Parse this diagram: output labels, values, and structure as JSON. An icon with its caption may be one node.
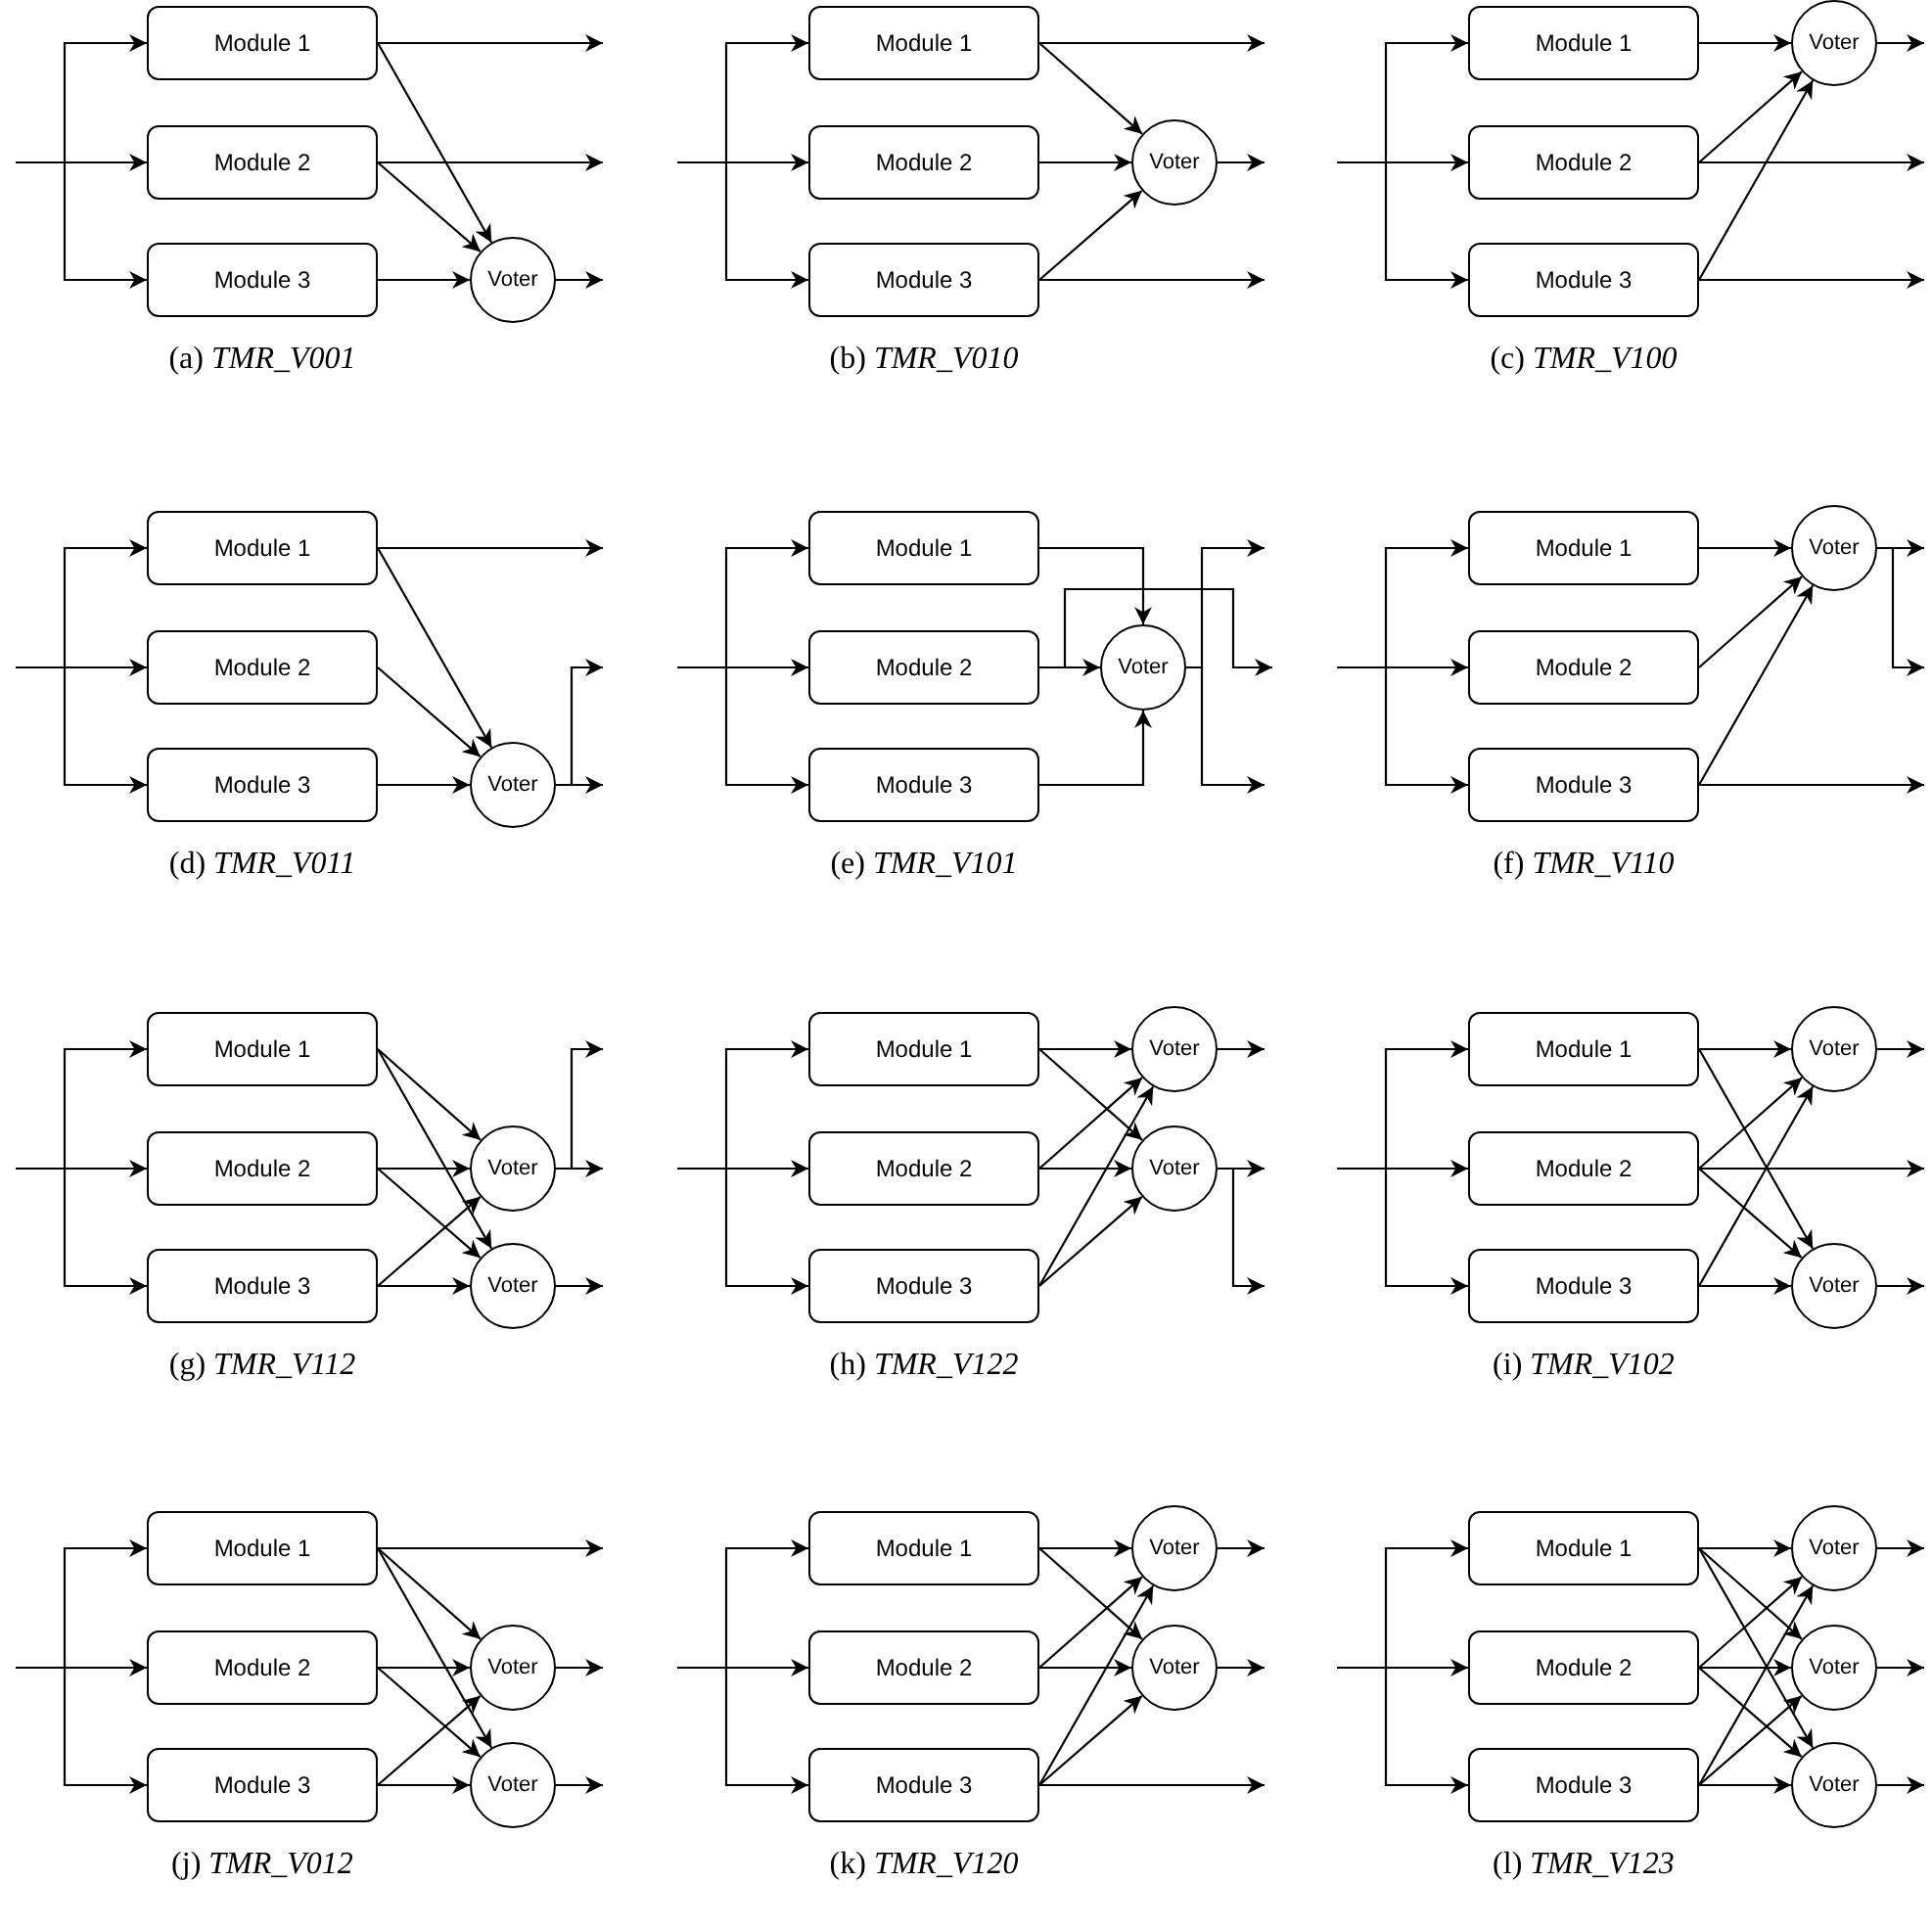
{
  "diagram": {
    "nodes": [
      {
        "text": [
          "Module 1"
        ]
      },
      {
        "text": [
          "Module 2"
        ]
      },
      {
        "text": [
          "Module 3"
        ]
      },
      {
        "text": [
          "Voter"
        ]
      },
      {
        "text": [
          "Module 1"
        ]
      },
      {
        "text": [
          "Module 2"
        ]
      },
      {
        "text": [
          "Module 3"
        ]
      },
      {
        "text": [
          "Voter"
        ]
      },
      {
        "text": [
          "Module 1"
        ]
      },
      {
        "text": [
          "Module 2"
        ]
      },
      {
        "text": [
          "Module 3"
        ]
      },
      {
        "text": [
          "Voter"
        ]
      },
      {
        "text": [
          "Module 1"
        ]
      },
      {
        "text": [
          "Module 2"
        ]
      },
      {
        "text": [
          "Module 3"
        ]
      },
      {
        "text": [
          "Voter"
        ]
      },
      {
        "text": [
          "Module 1"
        ]
      },
      {
        "text": [
          "Module 2"
        ]
      },
      {
        "text": [
          "Module 3"
        ]
      },
      {
        "text": [
          "Voter"
        ]
      },
      {
        "text": [
          "Module 1"
        ]
      },
      {
        "text": [
          "Module 2"
        ]
      },
      {
        "text": [
          "Module 3"
        ]
      },
      {
        "text": [
          "Voter"
        ]
      },
      {
        "text": [
          "Module 1"
        ]
      },
      {
        "text": [
          "Module 2"
        ]
      },
      {
        "text": [
          "Module 3"
        ]
      },
      {
        "text": [
          "Voter"
        ]
      },
      {
        "text": [
          "Voter"
        ]
      },
      {
        "text": [
          "Module 1"
        ]
      },
      {
        "text": [
          "Module 2"
        ]
      },
      {
        "text": [
          "Module 3"
        ]
      },
      {
        "text": [
          "Voter"
        ]
      },
      {
        "text": [
          "Voter"
        ]
      },
      {
        "text": [
          "Module 1"
        ]
      },
      {
        "text": [
          "Module 2"
        ]
      },
      {
        "text": [
          "Module 3"
        ]
      },
      {
        "text": [
          "Voter"
        ]
      },
      {
        "text": [
          "Voter"
        ]
      },
      {
        "text": [
          "Module 1"
        ]
      },
      {
        "text": [
          "Module 2"
        ]
      },
      {
        "text": [
          "Module 3"
        ]
      },
      {
        "text": [
          "Voter"
        ]
      },
      {
        "text": [
          "Voter"
        ]
      },
      {
        "text": [
          "Module 1"
        ]
      },
      {
        "text": [
          "Module 2"
        ]
      },
      {
        "text": [
          "Module 3"
        ]
      },
      {
        "text": [
          "Voter"
        ]
      },
      {
        "text": [
          "Voter"
        ]
      },
      {
        "text": [
          "Module 1"
        ]
      },
      {
        "text": [
          "Module 2"
        ]
      },
      {
        "text": [
          "Module 3"
        ]
      },
      {
        "text": [
          "Voter"
        ]
      },
      {
        "text": [
          "Voter"
        ]
      },
      {
        "text": [
          "Voter"
        ]
      }
    ],
    "edges": [
      {
        "from": null,
        "to": 0,
        "arrow": "to"
      },
      {
        "from": null,
        "to": 1,
        "arrow": "to"
      },
      {
        "from": null,
        "to": 2,
        "arrow": "to"
      },
      {
        "from": 0,
        "to": null,
        "arrow": "to"
      },
      {
        "from": 1,
        "to": null,
        "arrow": "to"
      },
      {
        "from": 0,
        "to": 3,
        "arrow": "to"
      },
      {
        "from": 1,
        "to": 3,
        "arrow": "to"
      },
      {
        "from": 2,
        "to": 3,
        "arrow": "to"
      },
      {
        "from": 3,
        "to": null,
        "arrow": "to"
      },
      {
        "from": null,
        "to": 4,
        "arrow": "to"
      },
      {
        "from": null,
        "to": 5,
        "arrow": "to"
      },
      {
        "from": null,
        "to": 6,
        "arrow": "to"
      },
      {
        "from": 4,
        "to": null,
        "arrow": "to"
      },
      {
        "from": 4,
        "to": 7,
        "arrow": "to"
      },
      {
        "from": 5,
        "to": 7,
        "arrow": "to"
      },
      {
        "from": 6,
        "to": 7,
        "arrow": "to"
      },
      {
        "from": 7,
        "to": null,
        "arrow": "to"
      },
      {
        "from": 6,
        "to": null,
        "arrow": "to"
      },
      {
        "from": null,
        "to": 8,
        "arrow": "to"
      },
      {
        "from": null,
        "to": 9,
        "arrow": "to"
      },
      {
        "from": null,
        "to": 10,
        "arrow": "to"
      },
      {
        "from": 8,
        "to": 11,
        "arrow": "to"
      },
      {
        "from": 9,
        "to": 11,
        "arrow": "to"
      },
      {
        "from": 10,
        "to": 11,
        "arrow": "to"
      },
      {
        "from": 11,
        "to": null,
        "arrow": "to"
      },
      {
        "from": 9,
        "to": null,
        "arrow": "to"
      },
      {
        "from": 10,
        "to": null,
        "arrow": "to"
      },
      {
        "from": null,
        "to": 12,
        "arrow": "to"
      },
      {
        "from": null,
        "to": 13,
        "arrow": "to"
      },
      {
        "from": null,
        "to": 14,
        "arrow": "to"
      },
      {
        "from": 12,
        "to": null,
        "arrow": "to"
      },
      {
        "from": 12,
        "to": 15,
        "arrow": "to"
      },
      {
        "from": 13,
        "to": 15,
        "arrow": "to"
      },
      {
        "from": 14,
        "to": 15,
        "arrow": "to"
      },
      {
        "from": 15,
        "to": null,
        "arrow": "to"
      },
      {
        "from": 15,
        "to": null,
        "arrow": "to"
      },
      {
        "from": null,
        "to": 16,
        "arrow": "to"
      },
      {
        "from": null,
        "to": 17,
        "arrow": "to"
      },
      {
        "from": null,
        "to": 18,
        "arrow": "to"
      },
      {
        "from": 16,
        "to": 19,
        "arrow": "to"
      },
      {
        "from": 17,
        "to": 19,
        "arrow": "to"
      },
      {
        "from": 18,
        "to": 19,
        "arrow": "to"
      },
      {
        "from": 19,
        "to": null,
        "arrow": "to"
      },
      {
        "from": 17,
        "to": null,
        "arrow": "to"
      },
      {
        "from": 19,
        "to": null,
        "arrow": "to"
      },
      {
        "from": null,
        "to": 20,
        "arrow": "to"
      },
      {
        "from": null,
        "to": 21,
        "arrow": "to"
      },
      {
        "from": null,
        "to": 22,
        "arrow": "to"
      },
      {
        "from": 20,
        "to": 23,
        "arrow": "to"
      },
      {
        "from": 21,
        "to": 23,
        "arrow": "to"
      },
      {
        "from": 22,
        "to": 23,
        "arrow": "to"
      },
      {
        "from": 23,
        "to": null,
        "arrow": "to"
      },
      {
        "from": 23,
        "to": null,
        "arrow": "to"
      },
      {
        "from": 22,
        "to": null,
        "arrow": "to"
      },
      {
        "from": null,
        "to": 24,
        "arrow": "to"
      },
      {
        "from": null,
        "to": 25,
        "arrow": "to"
      },
      {
        "from": null,
        "to": 26,
        "arrow": "to"
      },
      {
        "from": 24,
        "to": 27,
        "arrow": "to"
      },
      {
        "from": 24,
        "to": 28,
        "arrow": "to"
      },
      {
        "from": 25,
        "to": 27,
        "arrow": "to"
      },
      {
        "from": 25,
        "to": 28,
        "arrow": "to"
      },
      {
        "from": 26,
        "to": 27,
        "arrow": "to"
      },
      {
        "from": 26,
        "to": 28,
        "arrow": "to"
      },
      {
        "from": 27,
        "to": null,
        "arrow": "to"
      },
      {
        "from": 27,
        "to": null,
        "arrow": "to"
      },
      {
        "from": 28,
        "to": null,
        "arrow": "to"
      },
      {
        "from": null,
        "to": 29,
        "arrow": "to"
      },
      {
        "from": null,
        "to": 30,
        "arrow": "to"
      },
      {
        "from": null,
        "to": 31,
        "arrow": "to"
      },
      {
        "from": 29,
        "to": 32,
        "arrow": "to"
      },
      {
        "from": 29,
        "to": 33,
        "arrow": "to"
      },
      {
        "from": 30,
        "to": 32,
        "arrow": "to"
      },
      {
        "from": 30,
        "to": 33,
        "arrow": "to"
      },
      {
        "from": 31,
        "to": 32,
        "arrow": "to"
      },
      {
        "from": 31,
        "to": 33,
        "arrow": "to"
      },
      {
        "from": 32,
        "to": null,
        "arrow": "to"
      },
      {
        "from": 33,
        "to": null,
        "arrow": "to"
      },
      {
        "from": 33,
        "to": null,
        "arrow": "to"
      },
      {
        "from": null,
        "to": 34,
        "arrow": "to"
      },
      {
        "from": null,
        "to": 35,
        "arrow": "to"
      },
      {
        "from": null,
        "to": 36,
        "arrow": "to"
      },
      {
        "from": 34,
        "to": 37,
        "arrow": "to"
      },
      {
        "from": 34,
        "to": 38,
        "arrow": "to"
      },
      {
        "from": 35,
        "to": 37,
        "arrow": "to"
      },
      {
        "from": 35,
        "to": 38,
        "arrow": "to"
      },
      {
        "from": 36,
        "to": 37,
        "arrow": "to"
      },
      {
        "from": 36,
        "to": 38,
        "arrow": "to"
      },
      {
        "from": 37,
        "to": null,
        "arrow": "to"
      },
      {
        "from": 35,
        "to": null,
        "arrow": "to"
      },
      {
        "from": 38,
        "to": null,
        "arrow": "to"
      },
      {
        "from": null,
        "to": 39,
        "arrow": "to"
      },
      {
        "from": null,
        "to": 40,
        "arrow": "to"
      },
      {
        "from": null,
        "to": 41,
        "arrow": "to"
      },
      {
        "from": 39,
        "to": null,
        "arrow": "to"
      },
      {
        "from": 39,
        "to": 42,
        "arrow": "to"
      },
      {
        "from": 39,
        "to": 43,
        "arrow": "to"
      },
      {
        "from": 40,
        "to": 42,
        "arrow": "to"
      },
      {
        "from": 40,
        "to": 43,
        "arrow": "to"
      },
      {
        "from": 41,
        "to": 42,
        "arrow": "to"
      },
      {
        "from": 41,
        "to": 43,
        "arrow": "to"
      },
      {
        "from": 42,
        "to": null,
        "arrow": "to"
      },
      {
        "from": 43,
        "to": null,
        "arrow": "to"
      },
      {
        "from": null,
        "to": 44,
        "arrow": "to"
      },
      {
        "from": null,
        "to": 45,
        "arrow": "to"
      },
      {
        "from": null,
        "to": 46,
        "arrow": "to"
      },
      {
        "from": 44,
        "to": 47,
        "arrow": "to"
      },
      {
        "from": 44,
        "to": 48,
        "arrow": "to"
      },
      {
        "from": 45,
        "to": 47,
        "arrow": "to"
      },
      {
        "from": 45,
        "to": 48,
        "arrow": "to"
      },
      {
        "from": 46,
        "to": 47,
        "arrow": "to"
      },
      {
        "from": 46,
        "to": 48,
        "arrow": "to"
      },
      {
        "from": 47,
        "to": null,
        "arrow": "to"
      },
      {
        "from": 48,
        "to": null,
        "arrow": "to"
      },
      {
        "from": 46,
        "to": null,
        "arrow": "to"
      },
      {
        "from": null,
        "to": 49,
        "arrow": "to"
      },
      {
        "from": null,
        "to": 50,
        "arrow": "to"
      },
      {
        "from": null,
        "to": 51,
        "arrow": "to"
      },
      {
        "from": 49,
        "to": 52,
        "arrow": "to"
      },
      {
        "from": 49,
        "to": 53,
        "arrow": "to"
      },
      {
        "from": 49,
        "to": 54,
        "arrow": "to"
      },
      {
        "from": 50,
        "to": 52,
        "arrow": "to"
      },
      {
        "from": 50,
        "to": 53,
        "arrow": "to"
      },
      {
        "from": 50,
        "to": 54,
        "arrow": "to"
      },
      {
        "from": 51,
        "to": 52,
        "arrow": "to"
      },
      {
        "from": 51,
        "to": 53,
        "arrow": "to"
      },
      {
        "from": 51,
        "to": 54,
        "arrow": "to"
      },
      {
        "from": 52,
        "to": null,
        "arrow": "to"
      },
      {
        "from": 53,
        "to": null,
        "arrow": "to"
      },
      {
        "from": 54,
        "to": null,
        "arrow": "to"
      }
    ],
    "labels": [
      "(a) *TMR_V001*",
      "(b) *TMR_V010*",
      "(c) *TMR_V100*",
      "(d) *TMR_V011*",
      "(e) *TMR_V101*",
      "(f) *TMR_V110*",
      "(g) *TMR_V112*",
      "(h) *TMR_V122*",
      "(i) *TMR_V102*",
      "(j) *TMR_V012*",
      "(k) *TMR_V120*",
      "(l) *TMR_V123*"
    ]
  }
}
